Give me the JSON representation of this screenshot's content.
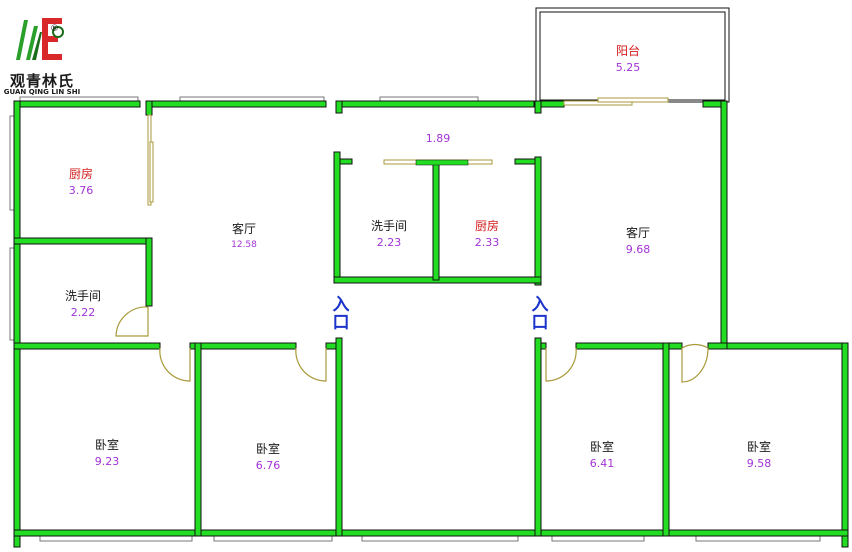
{
  "logo": {
    "chinese": "观青林氏",
    "english": "GUAN QING LIN SHI",
    "registered": "®"
  },
  "colors": {
    "wall": "#22dd22",
    "wall_outline": "#111111",
    "door_swing": "#a89a3a",
    "window": "#777777",
    "room_name": "#1a1a1a",
    "kitchen_name": "#d11a1a",
    "area": "#a233d6",
    "entry": "#1b33cc"
  },
  "rooms": {
    "balcony": {
      "name": "阳台",
      "area": "5.25"
    },
    "corridor": {
      "area": "1.89"
    },
    "kitchen_left": {
      "name": "厨房",
      "area": "3.76"
    },
    "living_left": {
      "name": "客厅",
      "area": "12.58"
    },
    "bath_left": {
      "name": "洗手间",
      "area": "2.22"
    },
    "bath_center": {
      "name": "洗手间",
      "area": "2.23"
    },
    "kitchen_center": {
      "name": "厨房",
      "area": "2.33"
    },
    "living_right": {
      "name": "客厅",
      "area": "9.68"
    },
    "bedroom_1": {
      "name": "卧室",
      "area": "9.23"
    },
    "bedroom_2": {
      "name": "卧室",
      "area": "6.76"
    },
    "bedroom_3": {
      "name": "卧室",
      "area": "6.41"
    },
    "bedroom_4": {
      "name": "卧室",
      "area": "9.58"
    }
  },
  "entrances": {
    "left": {
      "line1": "入",
      "line2": "口"
    },
    "right": {
      "line1": "入",
      "line2": "口"
    }
  }
}
